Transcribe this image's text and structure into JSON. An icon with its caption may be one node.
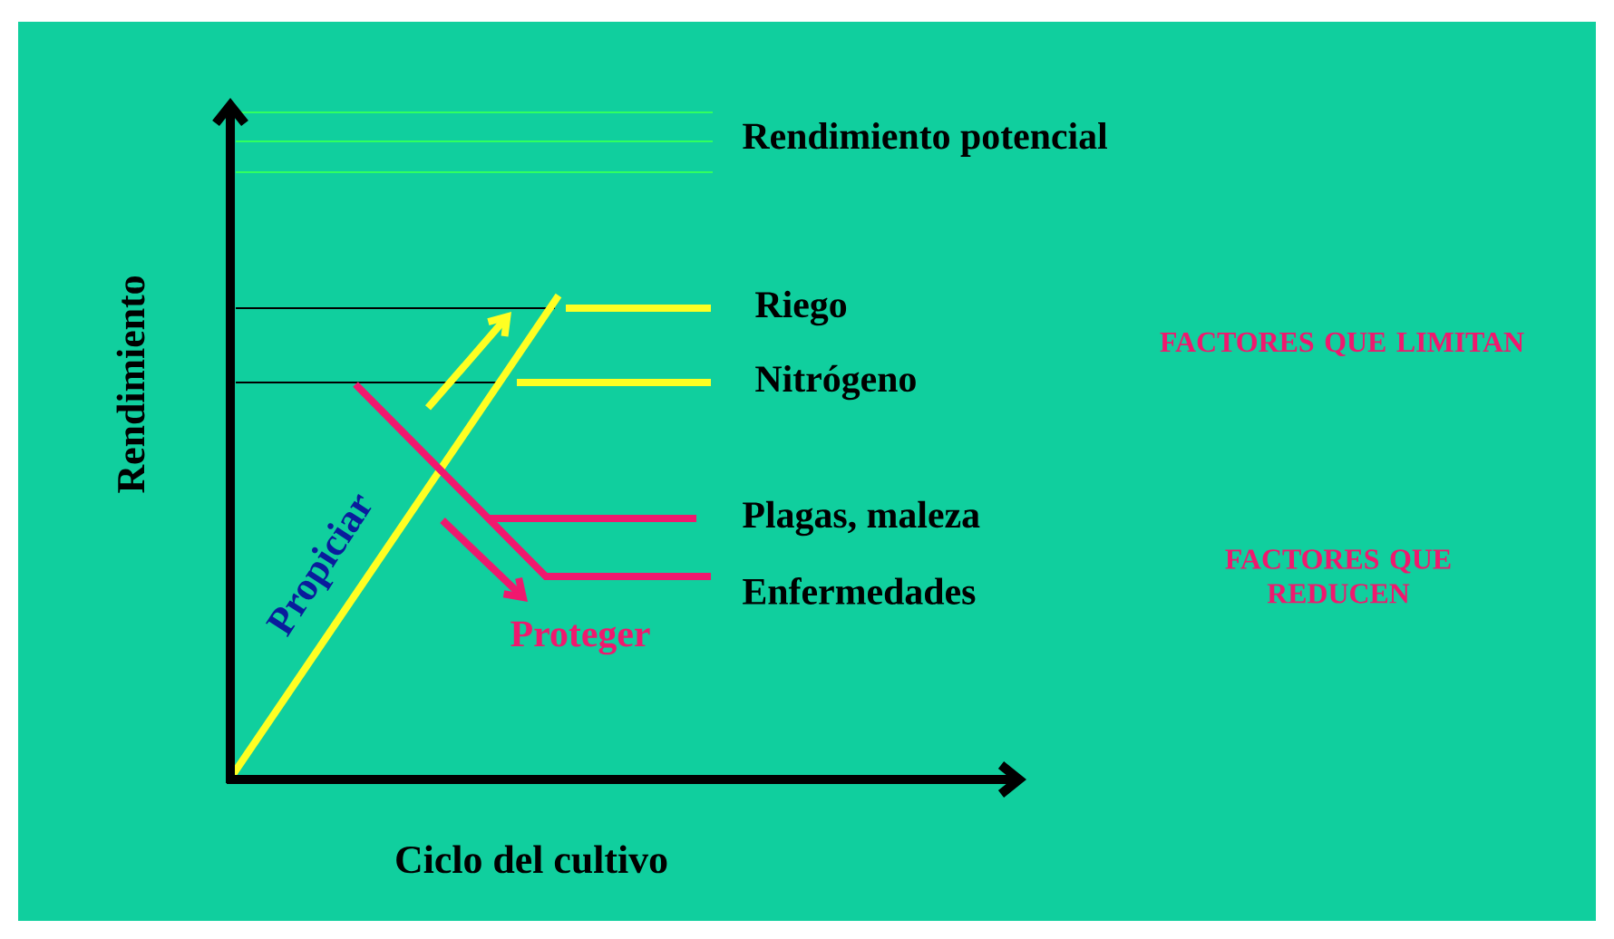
{
  "diagram": {
    "labels": [
      "Rendimiento potencial",
      "Riego",
      "Nitrógeno",
      "FACTORES QUE LIMITAN",
      "Plagas, maleza",
      "FACTORES QUE REDUCEN",
      "Enfermedades",
      "Propiciar",
      "Proteger",
      "Rendimiento",
      "Ciclo del cultivo"
    ]
  }
}
